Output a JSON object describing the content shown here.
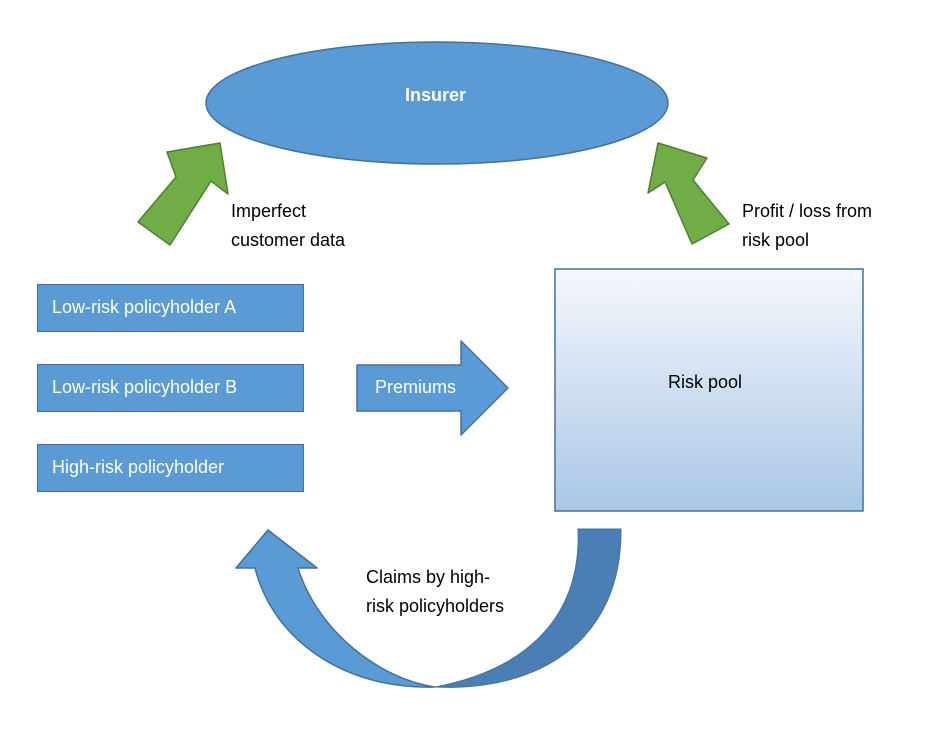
{
  "insurer": {
    "label": "Insurer"
  },
  "imperfect_data": {
    "line1": "Imperfect",
    "line2": "customer data"
  },
  "profit_loss": {
    "line1": "Profit / loss from",
    "line2": "risk pool"
  },
  "policyholders": [
    {
      "label": "Low-risk policyholder A"
    },
    {
      "label": "Low-risk policyholder B"
    },
    {
      "label": "High-risk policyholder"
    }
  ],
  "premiums": {
    "label": "Premiums"
  },
  "risk_pool": {
    "label": "Risk pool"
  },
  "claims": {
    "line1": "Claims by high-",
    "line2": "risk policyholders"
  },
  "colors": {
    "blue_fill": "#5b9bd5",
    "blue_border": "#41719c",
    "green_fill": "#70ad47",
    "green_border": "#507e32",
    "dark_blue": "#4a7eb5"
  }
}
